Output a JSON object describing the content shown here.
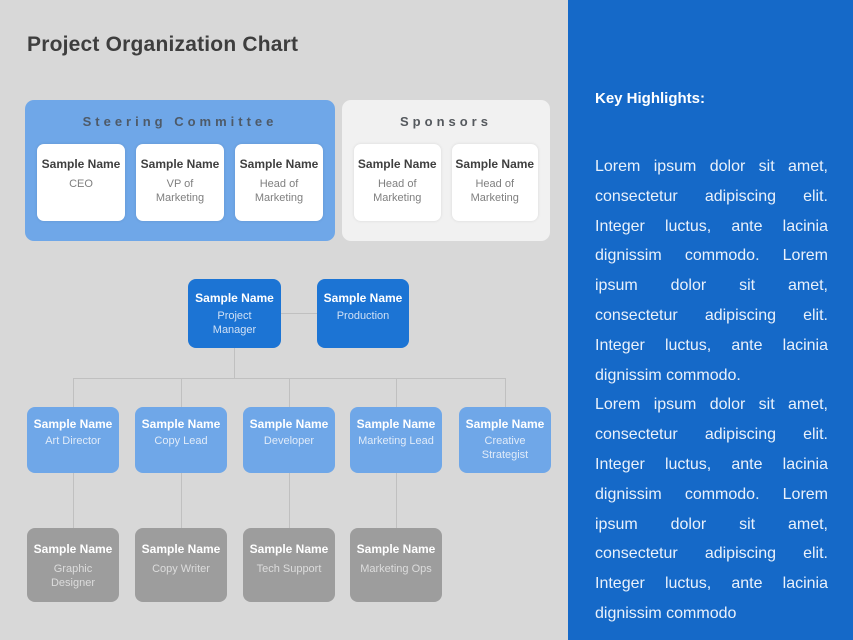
{
  "slide": {
    "title": "Project Organization Chart"
  },
  "colors": {
    "background": "#D8D8D8",
    "panel_blue": "#1569C8",
    "dark_blue_node": "#1C74D4",
    "light_blue": "#6FA7E8",
    "gray_node": "#9D9D9D",
    "sponsors_bg": "#F1F1F1",
    "connector": "#C0C0C0"
  },
  "steering_committee": {
    "title": "Steering Committee",
    "members": [
      {
        "name": "Sample Name",
        "role": "CEO"
      },
      {
        "name": "Sample Name",
        "role": "VP of Marketing"
      },
      {
        "name": "Sample Name",
        "role": "Head of Marketing"
      }
    ]
  },
  "sponsors": {
    "title": "Sponsors",
    "members": [
      {
        "name": "Sample Name",
        "role": "Head of Marketing"
      },
      {
        "name": "Sample Name",
        "role": "Head of Marketing"
      }
    ]
  },
  "org_chart": {
    "level1": [
      {
        "name": "Sample Name",
        "role": "Project Manager"
      },
      {
        "name": "Sample Name",
        "role": "Production"
      }
    ],
    "level2": [
      {
        "name": "Sample Name",
        "role": "Art Director"
      },
      {
        "name": "Sample Name",
        "role": "Copy Lead"
      },
      {
        "name": "Sample Name",
        "role": "Developer"
      },
      {
        "name": "Sample Name",
        "role": "Marketing Lead"
      },
      {
        "name": "Sample Name",
        "role": "Creative Strategist"
      }
    ],
    "level3": [
      {
        "name": "Sample Name",
        "role": "Graphic Designer"
      },
      {
        "name": "Sample Name",
        "role": "Copy Writer"
      },
      {
        "name": "Sample Name",
        "role": "Tech Support"
      },
      {
        "name": "Sample Name",
        "role": "Marketing Ops"
      }
    ]
  },
  "highlights": {
    "title": "Key Highlights:",
    "paragraphs": [
      "Lorem ipsum dolor sit amet, consectetur adipiscing elit. Integer luctus, ante lacinia dignissim commodo. Lorem ipsum dolor sit amet, consectetur adipiscing elit. Integer luctus, ante lacinia dignissim commodo.",
      "Lorem ipsum dolor sit amet, consectetur adipiscing elit. Integer luctus, ante lacinia dignissim commodo. Lorem ipsum dolor sit amet, consectetur adipiscing elit. Integer luctus, ante lacinia dignissim commodo"
    ]
  }
}
